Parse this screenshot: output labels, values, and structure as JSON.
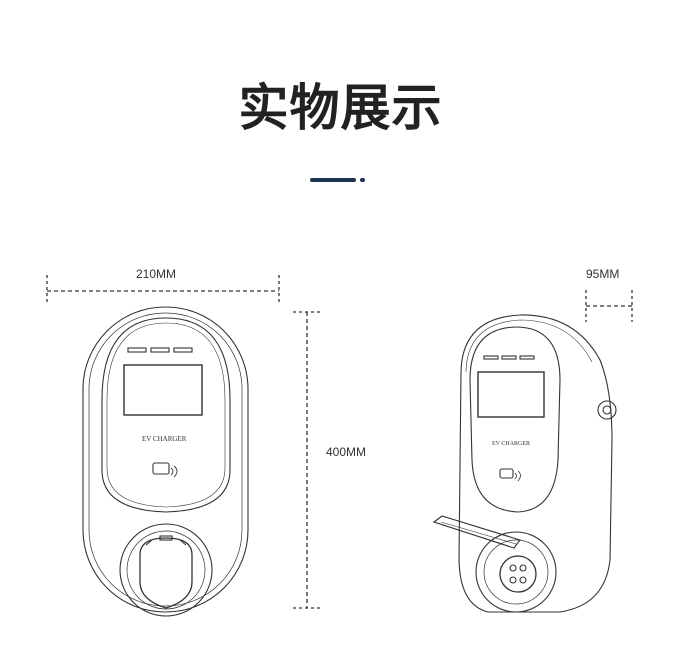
{
  "heading": "实物展示",
  "colors": {
    "accent": "#1f3352",
    "stroke": "#333333"
  },
  "dimensions": {
    "width": "210MM",
    "height": "400MM",
    "depth": "95MM"
  },
  "device": {
    "label_front": "EV CHARGER",
    "label_side": "EV CHARGER",
    "icon": "card-reader-icon"
  }
}
